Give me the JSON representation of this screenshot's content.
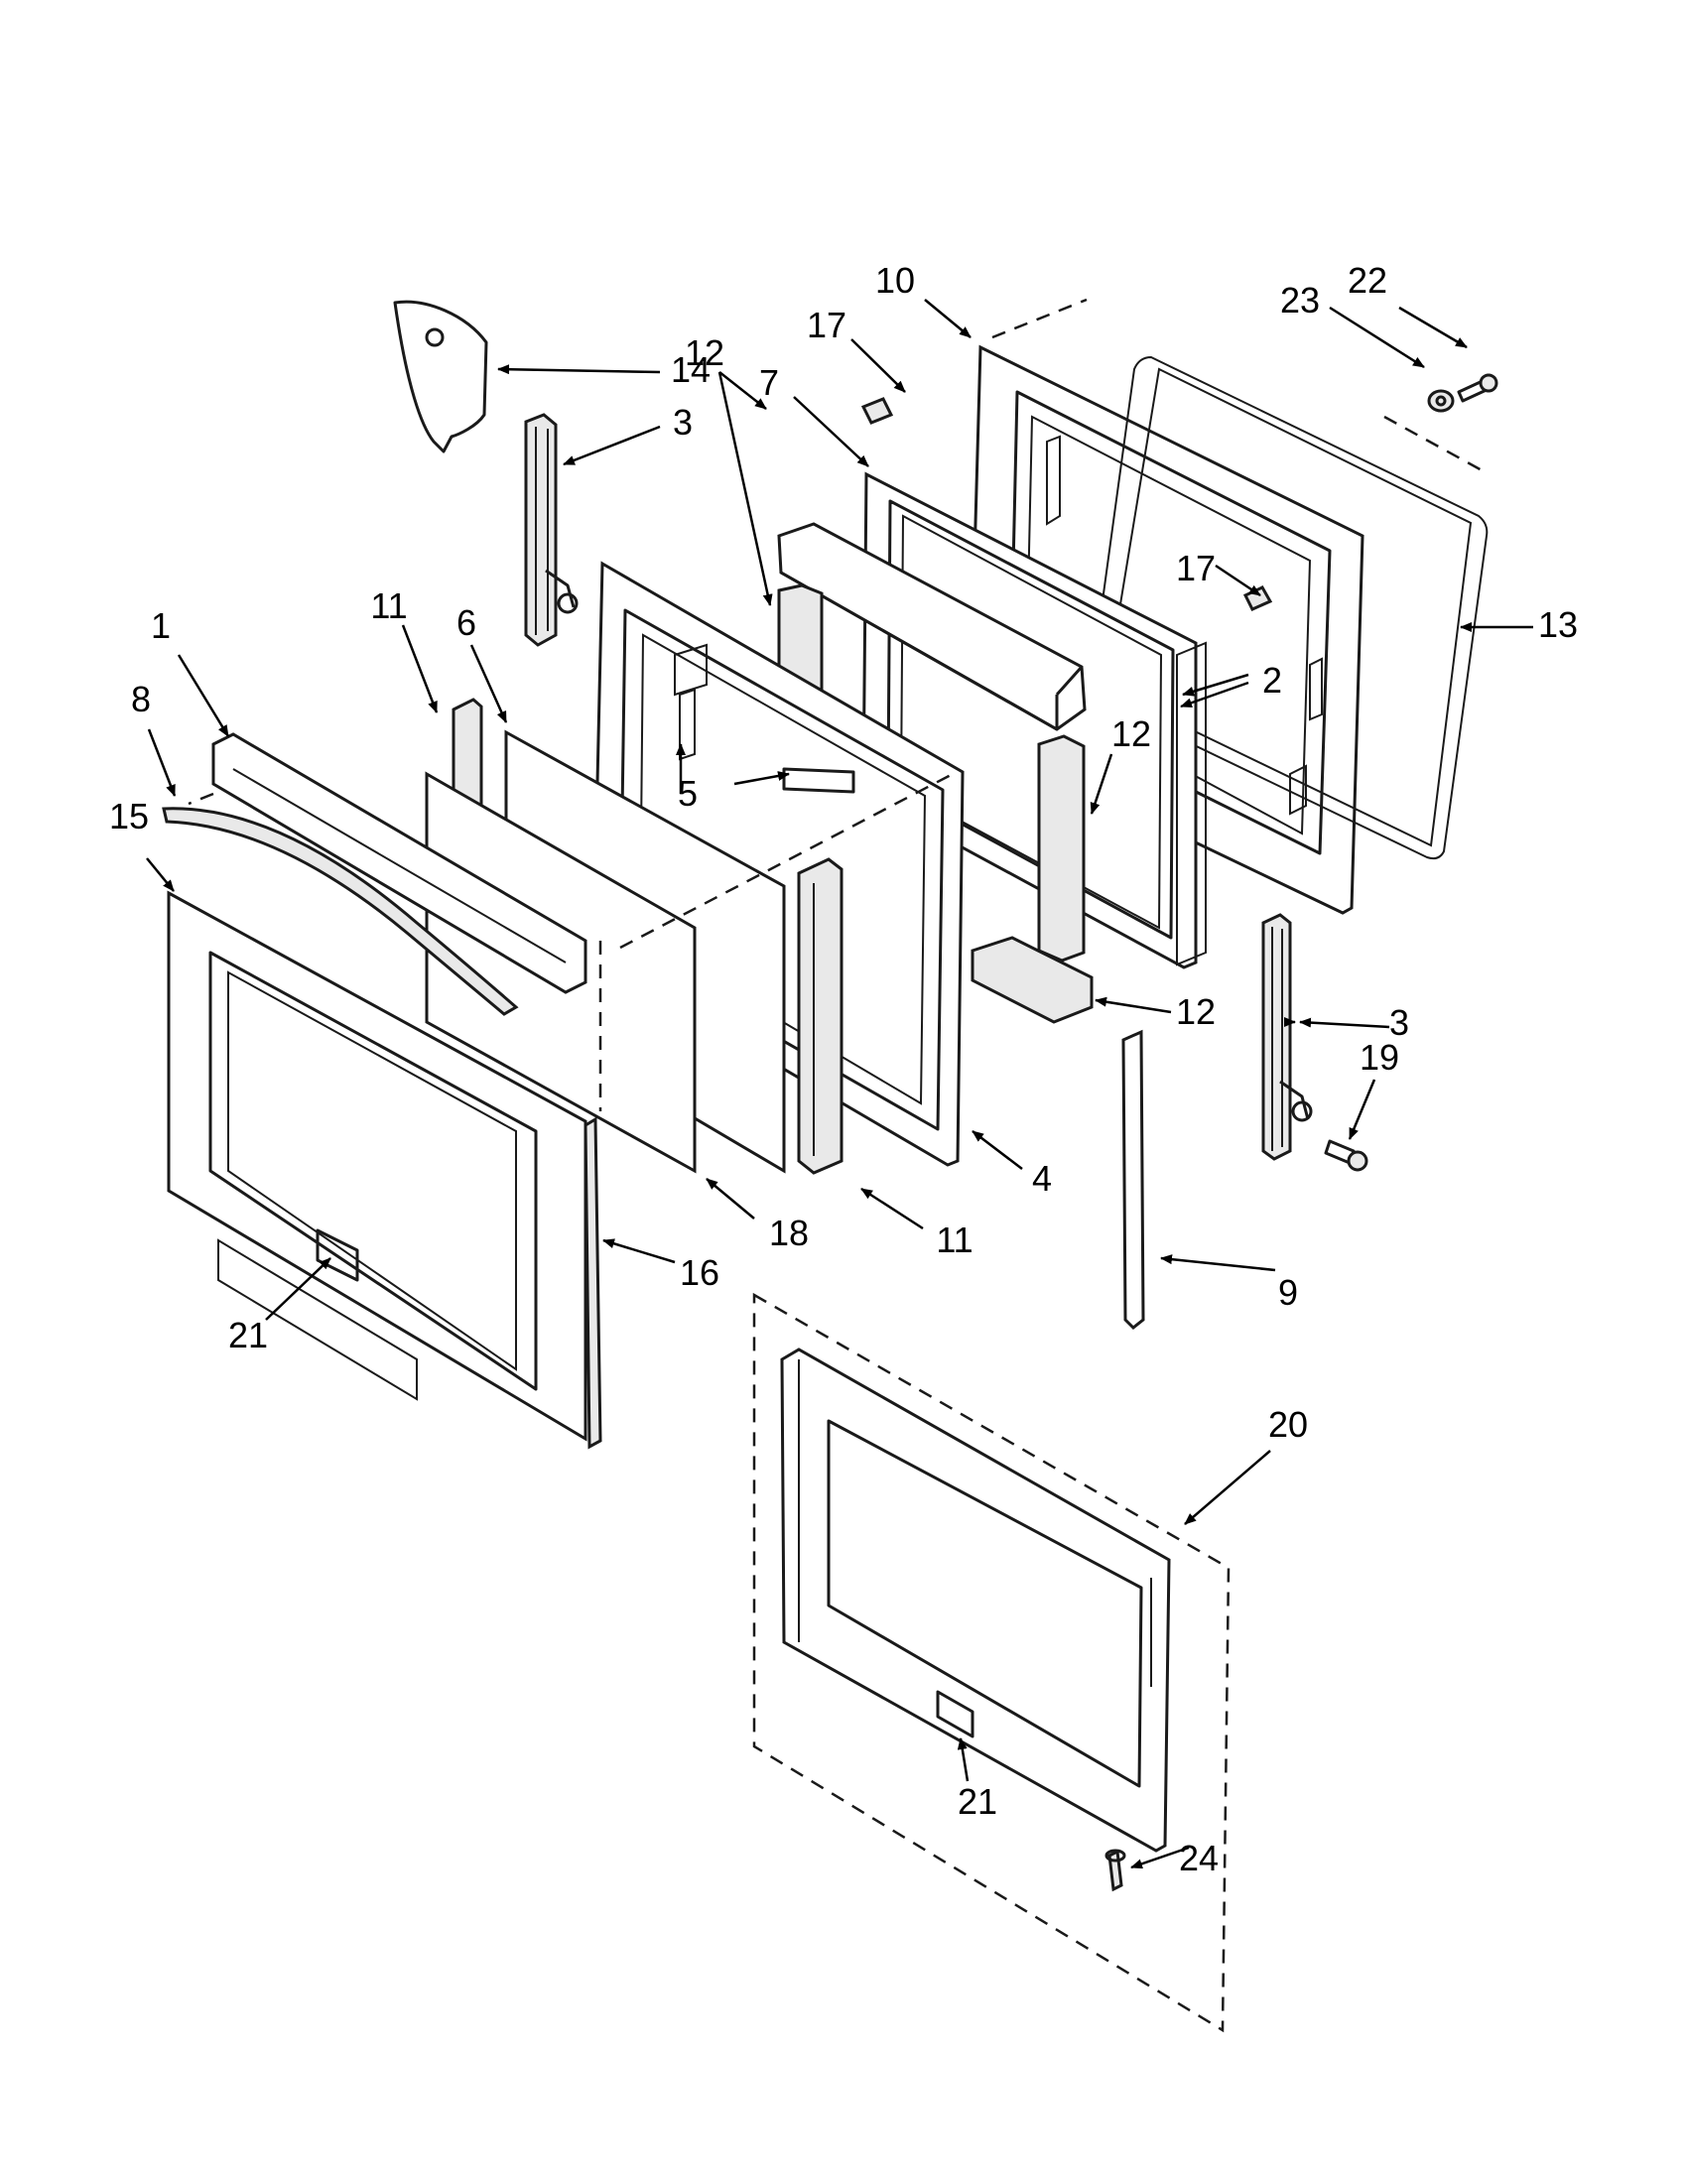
{
  "callouts": [
    {
      "id": "1",
      "label": "1"
    },
    {
      "id": "2",
      "label": "2"
    },
    {
      "id": "3a",
      "label": "3"
    },
    {
      "id": "3b",
      "label": "3"
    },
    {
      "id": "4",
      "label": "4"
    },
    {
      "id": "5",
      "label": "5"
    },
    {
      "id": "6",
      "label": "6"
    },
    {
      "id": "7",
      "label": "7"
    },
    {
      "id": "8",
      "label": "8"
    },
    {
      "id": "9",
      "label": "9"
    },
    {
      "id": "10",
      "label": "10"
    },
    {
      "id": "11a",
      "label": "11"
    },
    {
      "id": "11b",
      "label": "11"
    },
    {
      "id": "12a",
      "label": "12"
    },
    {
      "id": "12b",
      "label": "12"
    },
    {
      "id": "12c",
      "label": "12"
    },
    {
      "id": "13",
      "label": "13"
    },
    {
      "id": "14",
      "label": "14"
    },
    {
      "id": "15",
      "label": "15"
    },
    {
      "id": "16",
      "label": "16"
    },
    {
      "id": "17a",
      "label": "17"
    },
    {
      "id": "17b",
      "label": "17"
    },
    {
      "id": "18",
      "label": "18"
    },
    {
      "id": "19",
      "label": "19"
    },
    {
      "id": "20",
      "label": "20"
    },
    {
      "id": "21a",
      "label": "21"
    },
    {
      "id": "21b",
      "label": "21"
    },
    {
      "id": "22",
      "label": "22"
    },
    {
      "id": "23",
      "label": "23"
    },
    {
      "id": "24",
      "label": "24"
    }
  ]
}
